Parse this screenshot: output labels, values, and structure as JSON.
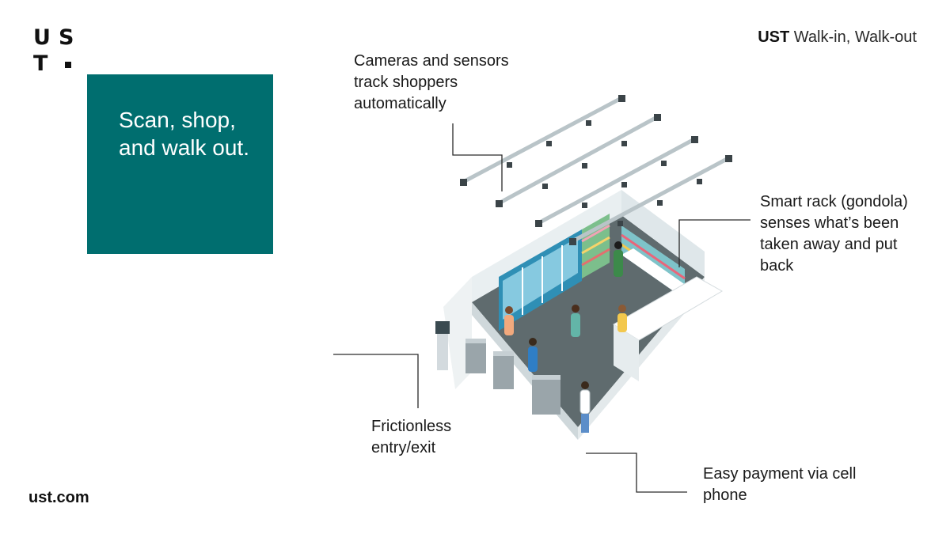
{
  "header": {
    "brand": "UST",
    "title": "Walk-in, Walk-out"
  },
  "logo": {
    "letters": [
      "U",
      "S",
      "T"
    ]
  },
  "tagline": "Scan, shop, and walk out.",
  "footer": {
    "url": "ust.com"
  },
  "callouts": {
    "cameras": "Cameras and sensors track shoppers automatically",
    "smart_rack": "Smart rack (gondola) senses what’s been taken away and put back",
    "entry": "Frictionless entry/exit",
    "payment": "Easy payment via cell phone"
  },
  "colors": {
    "teal": "#006e6f",
    "text": "#1a1a1a",
    "floor": "#5f6b6e",
    "wall": "#eef2f3",
    "gondola": "#7ec3c9"
  }
}
